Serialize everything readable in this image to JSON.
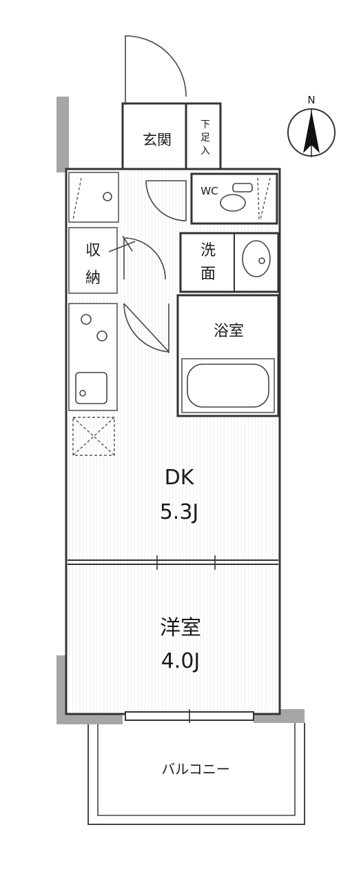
{
  "floorplan": {
    "compass": {
      "label": "N"
    },
    "rooms": {
      "entrance": "玄関",
      "shoe_storage": [
        "下",
        "足",
        "入"
      ],
      "toilet": "WC",
      "storage": [
        "収",
        "納"
      ],
      "washroom": [
        "洗",
        "面"
      ],
      "bathroom": "浴室",
      "dk": {
        "name": "DK",
        "size": "5.3J"
      },
      "western_room": {
        "name": "洋室",
        "size": "4.0J"
      },
      "balcony": "バルコニー"
    },
    "colors": {
      "wall_gray": "#a6a6a6",
      "line": "#333333",
      "stripe": "#e6e6e6"
    }
  }
}
